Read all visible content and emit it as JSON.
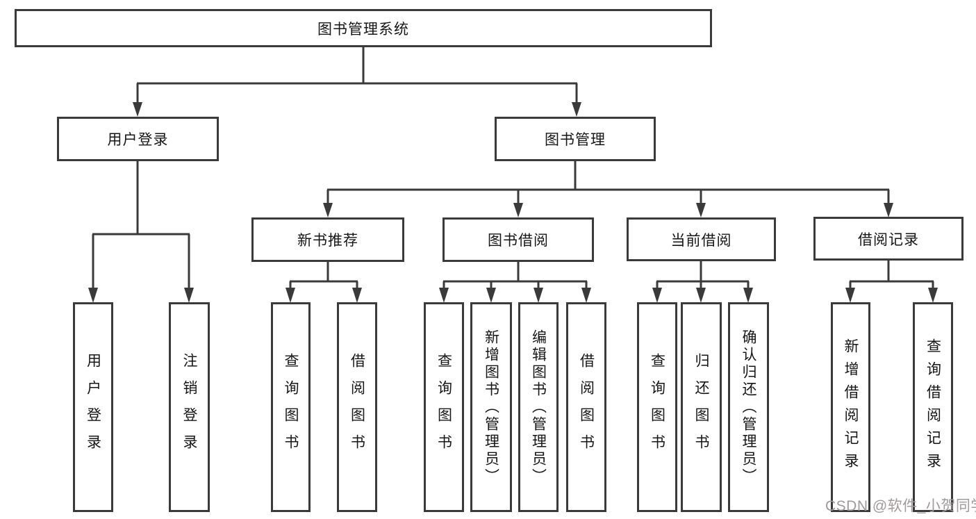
{
  "diagram": {
    "title": "图书管理系统",
    "nodes": {
      "root": "图书管理系统",
      "user_login": "用户登录",
      "book_mgmt": "图书管理",
      "new_books": "新书推荐",
      "book_borrow": "图书借阅",
      "current_borrow": "当前借阅",
      "borrow_records": "借阅记录",
      "leaf_user_login": "用户登录",
      "leaf_logout": "注销登录",
      "leaf_search_books_rec": "查询图书",
      "leaf_borrow_books_rec": "借阅图书",
      "leaf_search_books_borrow": "查询图书",
      "leaf_add_books_admin": "新增图书（管理员）",
      "leaf_edit_books_admin": "编辑图书（管理员）",
      "leaf_borrow_books": "借阅图书",
      "leaf_search_books_current": "查询图书",
      "leaf_return_books": "归还图书",
      "leaf_confirm_return_admin": "确认归还（管理员）",
      "leaf_add_borrow_record": "新增借阅记录",
      "leaf_search_borrow_record": "查询借阅记录"
    },
    "hierarchy": {
      "图书管理系统": {
        "用户登录": [
          "用户登录",
          "注销登录"
        ],
        "图书管理": {
          "新书推荐": [
            "查询图书",
            "借阅图书"
          ],
          "图书借阅": [
            "查询图书",
            "新增图书（管理员）",
            "编辑图书（管理员）",
            "借阅图书"
          ],
          "当前借阅": [
            "查询图书",
            "归还图书",
            "确认归还（管理员）"
          ],
          "借阅记录": [
            "新增借阅记录",
            "查询借阅记录"
          ]
        }
      }
    },
    "line_color": "#3a3a3a",
    "box_background": "#ffffff",
    "text_color": "#161616"
  },
  "watermark": {
    "text": "CSDN @软件_小贺同学",
    "color": "#a09a9a"
  }
}
